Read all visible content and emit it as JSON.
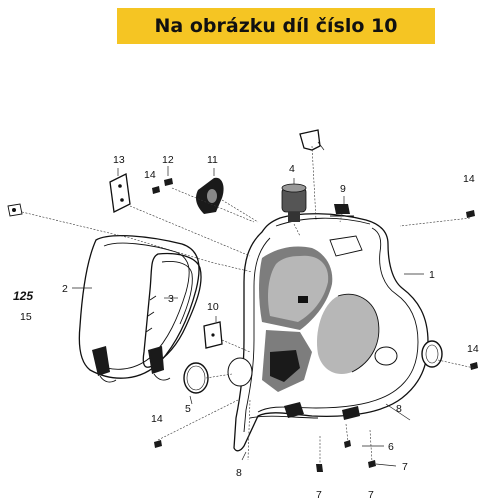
{
  "banner": {
    "text": "Na obrázku díl číslo 10",
    "color": "#f5c523"
  },
  "part_labels": {
    "p1": "1",
    "p2": "2",
    "p3": "3",
    "p4": "4",
    "p5": "5",
    "p6": "6",
    "p7a": "7",
    "p7b": "7",
    "p7c": "7",
    "p8a": "8",
    "p8b": "8",
    "p9": "9",
    "p10": "10",
    "p11": "11",
    "p12": "12",
    "p13": "13",
    "p14a": "14",
    "p14b": "14",
    "p14c": "14",
    "p14d": "14",
    "p15": "15",
    "p125": "125"
  }
}
